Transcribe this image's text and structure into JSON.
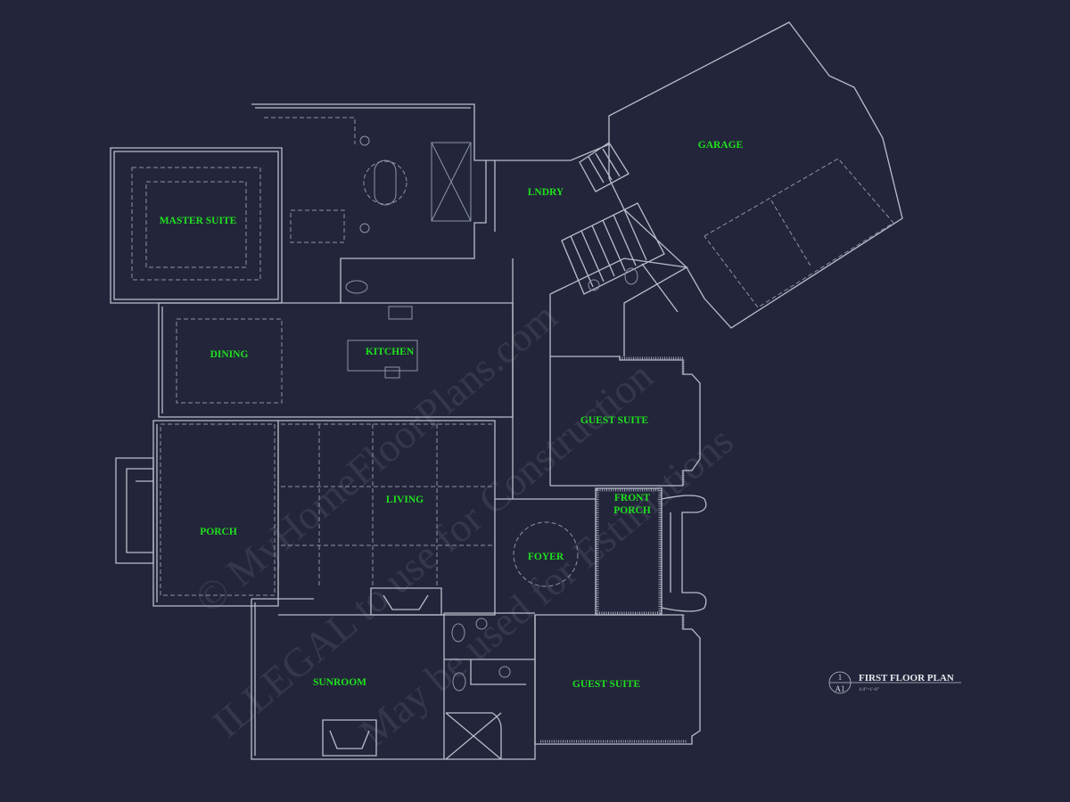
{
  "plan": {
    "rooms": {
      "master_suite": "MASTER SUITE",
      "lndry": "LNDRY",
      "garage": "GARAGE",
      "dining": "DINING",
      "kitchen": "KITCHEN",
      "guest_suite_1": "GUEST SUITE",
      "living": "LIVING",
      "front_porch_1": "FRONT",
      "front_porch_2": "PORCH",
      "porch": "PORCH",
      "foyer": "FOYER",
      "sunroom": "SUNROOM",
      "guest_suite_2": "GUEST SUITE"
    },
    "label_color": "#1fe01f",
    "line_color": "#b9bdca",
    "background": "#23263a"
  },
  "title_block": {
    "drawing_number": "1",
    "sheet": "A1",
    "title": "FIRST FLOOR PLAN",
    "scale": "1/4\"=1'-0\""
  },
  "watermark": {
    "line1": "© MyHomeFloorPlans.com",
    "line2": "ILLEGAL to use for Construction",
    "line3": "May be used for Estimations"
  }
}
